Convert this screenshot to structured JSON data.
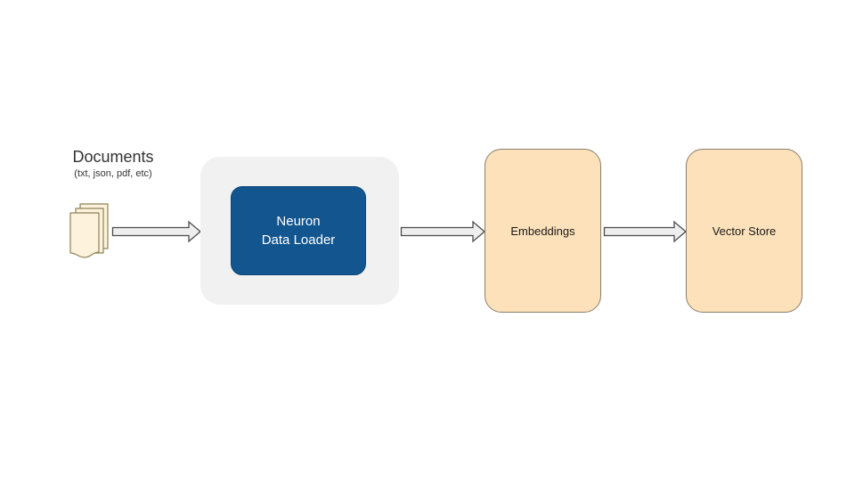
{
  "diagram": {
    "title": "Neuron Data Loader document ingestion pipeline",
    "background_color": "#ffffff",
    "nodes": {
      "documents": {
        "title": "Documents",
        "subtitle": "(txt, json, pdf, etc)",
        "icon": "documents-stack-icon",
        "page_fill_color": "#fdf3dc",
        "page_border_color": "#8c8157"
      },
      "loader_container": {
        "fill_color": "#f1f1f1"
      },
      "loader": {
        "label": "Neuron\nData Loader",
        "fill_color": "#12558f",
        "text_color": "#ffffff"
      },
      "embeddings": {
        "label": "Embeddings",
        "fill_color": "#fce1ba",
        "border_color": "#8c7f6b",
        "text_color": "#1a1a1a"
      },
      "vector_store": {
        "label": "Vector Store",
        "fill_color": "#fce1ba",
        "border_color": "#8c7f6b",
        "text_color": "#1a1a1a"
      }
    },
    "arrows": [
      {
        "name": "documents-to-loader",
        "from": "documents",
        "to": "loader",
        "direction": "right",
        "fill_color": "#eeeeee",
        "stroke_color": "#4d4d4d"
      },
      {
        "name": "loader-to-embeddings",
        "from": "loader",
        "to": "embeddings",
        "direction": "right",
        "fill_color": "#eeeeee",
        "stroke_color": "#4d4d4d"
      },
      {
        "name": "embeddings-to-vector-store",
        "from": "embeddings",
        "to": "vector_store",
        "direction": "right",
        "fill_color": "#eeeeee",
        "stroke_color": "#4d4d4d"
      }
    ]
  }
}
